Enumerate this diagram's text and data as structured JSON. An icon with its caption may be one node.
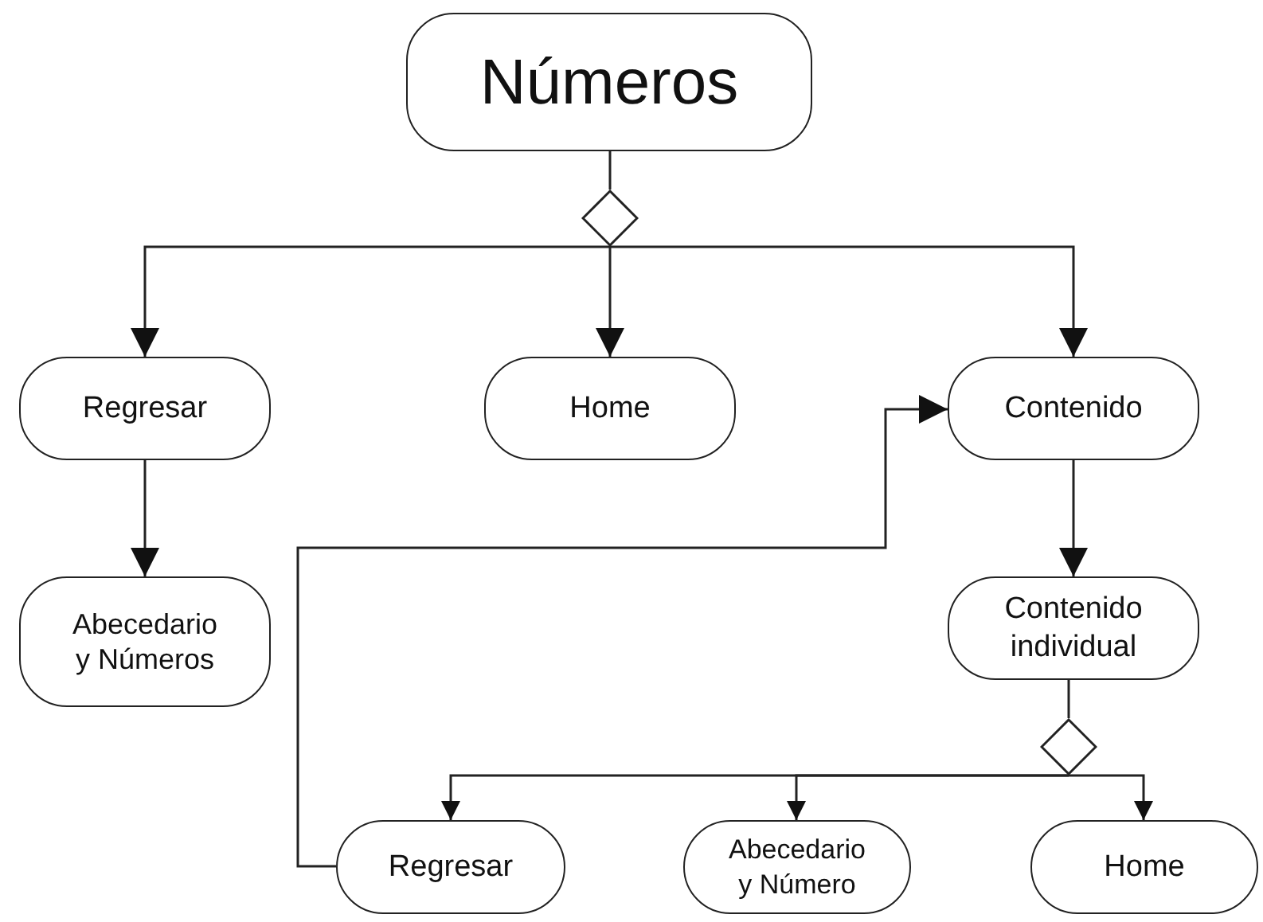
{
  "diagram": {
    "nodes": [
      {
        "text": [
          "Números"
        ]
      },
      {
        "text": [],
        "shape": "diamond"
      },
      {
        "text": [
          "Regresar"
        ]
      },
      {
        "text": [
          "Home"
        ]
      },
      {
        "text": [
          "Contenido"
        ]
      },
      {
        "text": [
          "Abecedario y Números"
        ]
      },
      {
        "text": [
          "Contenido individual"
        ]
      },
      {
        "text": [],
        "shape": "diamond"
      },
      {
        "text": [
          "Regresar"
        ]
      },
      {
        "text": [
          "Abecedario y Número"
        ]
      },
      {
        "text": [
          "Home"
        ]
      }
    ],
    "edges": [
      {
        "from": 0,
        "to": 1,
        "arrow": "none"
      },
      {
        "from": 1,
        "to": 2,
        "arrow": "to"
      },
      {
        "from": 1,
        "to": 3,
        "arrow": "to"
      },
      {
        "from": 1,
        "to": 4,
        "arrow": "to"
      },
      {
        "from": 2,
        "to": 5,
        "arrow": "to"
      },
      {
        "from": 4,
        "to": 6,
        "arrow": "to"
      },
      {
        "from": 6,
        "to": 7,
        "arrow": "none"
      },
      {
        "from": 7,
        "to": 8,
        "arrow": "to"
      },
      {
        "from": 7,
        "to": 9,
        "arrow": "to"
      },
      {
        "from": 7,
        "to": 10,
        "arrow": "to"
      },
      {
        "from": 8,
        "to": 4,
        "arrow": "to"
      }
    ]
  }
}
